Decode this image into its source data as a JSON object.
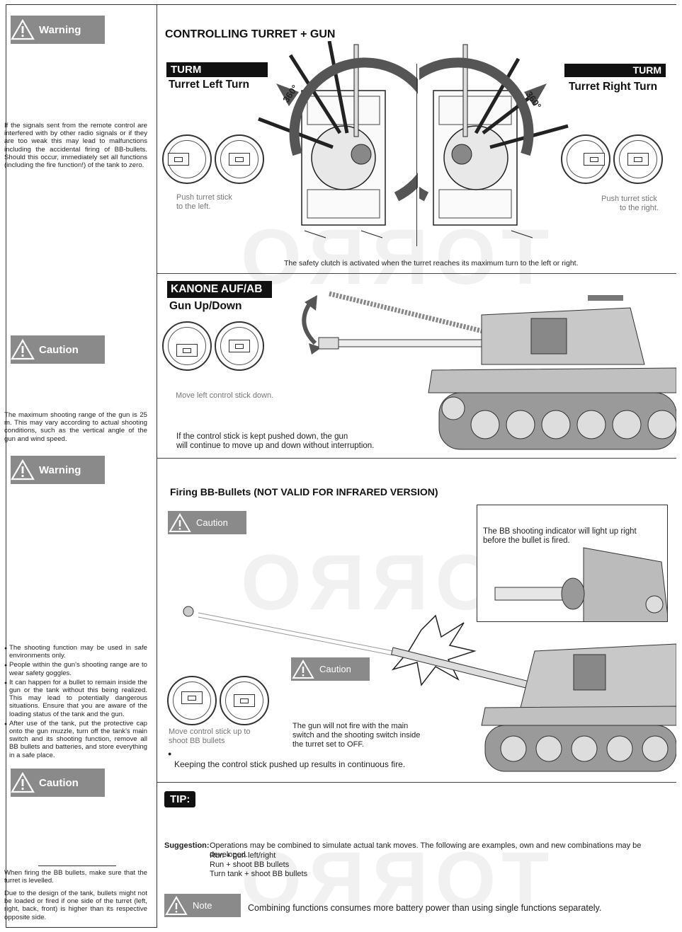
{
  "sidebar": {
    "badges": [
      {
        "label": "Warning"
      },
      {
        "label": "Caution"
      },
      {
        "label": "Warning"
      },
      {
        "label": "Caution"
      }
    ],
    "text_interference": "If the signals sent from the remote control are interfered with by other radio signals or if they are too weak this may lead to malfunctions including the accidental firing of BB-bullets. Should this occur, immediately set all functions (including the fire function!) of the tank to zero.",
    "text_range": "The maximum shooting range of the gun is 25 m. This may vary according to actual shooting conditions, such as the vertical angle of the gun and wind speed.",
    "bullets": [
      "The shooting function may be used in safe environments only.",
      "People within the gun's shooting range are to wear safety goggles.",
      "It can happen for a bullet to remain inside the gun or the tank without this being realized. This may lead to potentially dangerous situations. Ensure that you are aware of the loading status of the tank and the gun.",
      "After use of the tank, put the protective cap onto the gun muzzle, turn off the tank's main switch and its shooting function, remove all BB bullets and batteries, and store everything in a safe place."
    ],
    "text_level": "When firing the BB bullets, make sure that the turret is levelled.",
    "text_design": "Due to the design of the tank, bullets might not be loaded or fired if one side of the turret (left, right, back, front) is higher than its respective opposite side."
  },
  "turret": {
    "heading": "CONTROLLING TURRET + GUN",
    "left_tag": "TURM",
    "left_title": "Turret Left Turn",
    "left_caption_1": "Push turret stick",
    "left_caption_2": "to the left.",
    "right_tag": "TURM",
    "right_title": "Turret Right Turn",
    "right_caption_1": "Push turret stick",
    "right_caption_2": "to the right.",
    "angle": "360°",
    "note": "The safety clutch is activated when the turret reaches its maximum turn to the left or right."
  },
  "gun": {
    "tag": "KANONE AUF/AB",
    "title": "Gun Up/Down",
    "caption": "Move left control stick down.",
    "note_1": "If the control stick is kept pushed down, the gun",
    "note_2": "will continue to move up and down without interruption."
  },
  "firing": {
    "heading": "Firing BB-Bullets (NOT VALID FOR INFRARED VERSION)",
    "caution_label": "Caution",
    "caution2_label": "Caution",
    "inset_text_1": "The BB shooting indicator will light up right",
    "inset_text_2": "before the bullet is fired.",
    "caption_1": "Move control stick up to",
    "caption_2": "shoot BB bullets",
    "caution_text_1": "The gun will not fire with the main",
    "caution_text_2": "switch and the shooting switch inside",
    "caution_text_3": "the turret set to OFF.",
    "continuous": "Keeping the control stick pushed up results in continuous fire."
  },
  "tip": {
    "label": "TIP:",
    "suggestion_label": "Suggestion:",
    "suggestion_text": "Operations may be combined to simulate actual tank moves. The following are examples, own and new combinations may be developed.:",
    "examples": [
      "Run + gun left/right",
      "Run + shoot BB bullets",
      "Turn tank + shoot BB bullets"
    ],
    "note_label": "Note",
    "note_text": "Combining functions consumes more battery power than using single functions separately."
  },
  "watermark": "TORRO"
}
